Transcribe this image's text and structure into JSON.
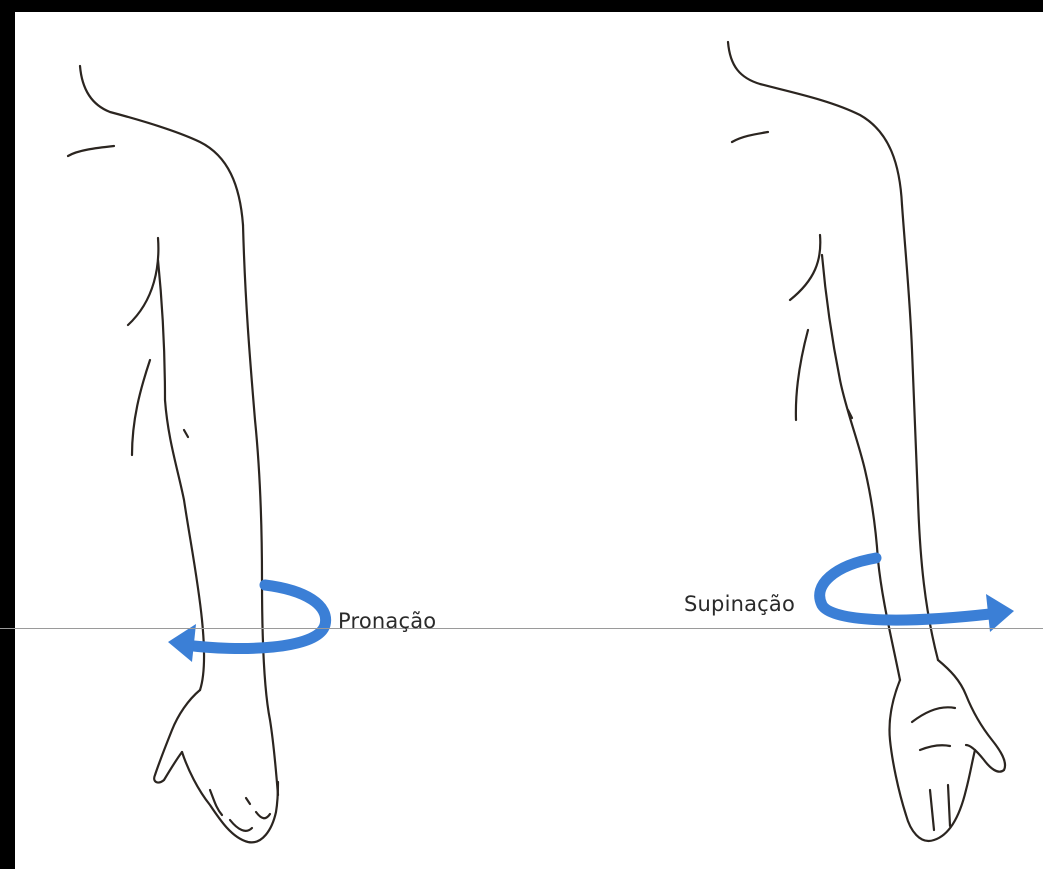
{
  "diagram": {
    "left_figure": {
      "label": "Pronação",
      "arrow_direction": "left"
    },
    "right_figure": {
      "label": "Supinação",
      "arrow_direction": "right"
    }
  },
  "colors": {
    "background": "#000000",
    "paper": "#ffffff",
    "line_art": "#2b2520",
    "arrow": "#3b7fd6"
  }
}
